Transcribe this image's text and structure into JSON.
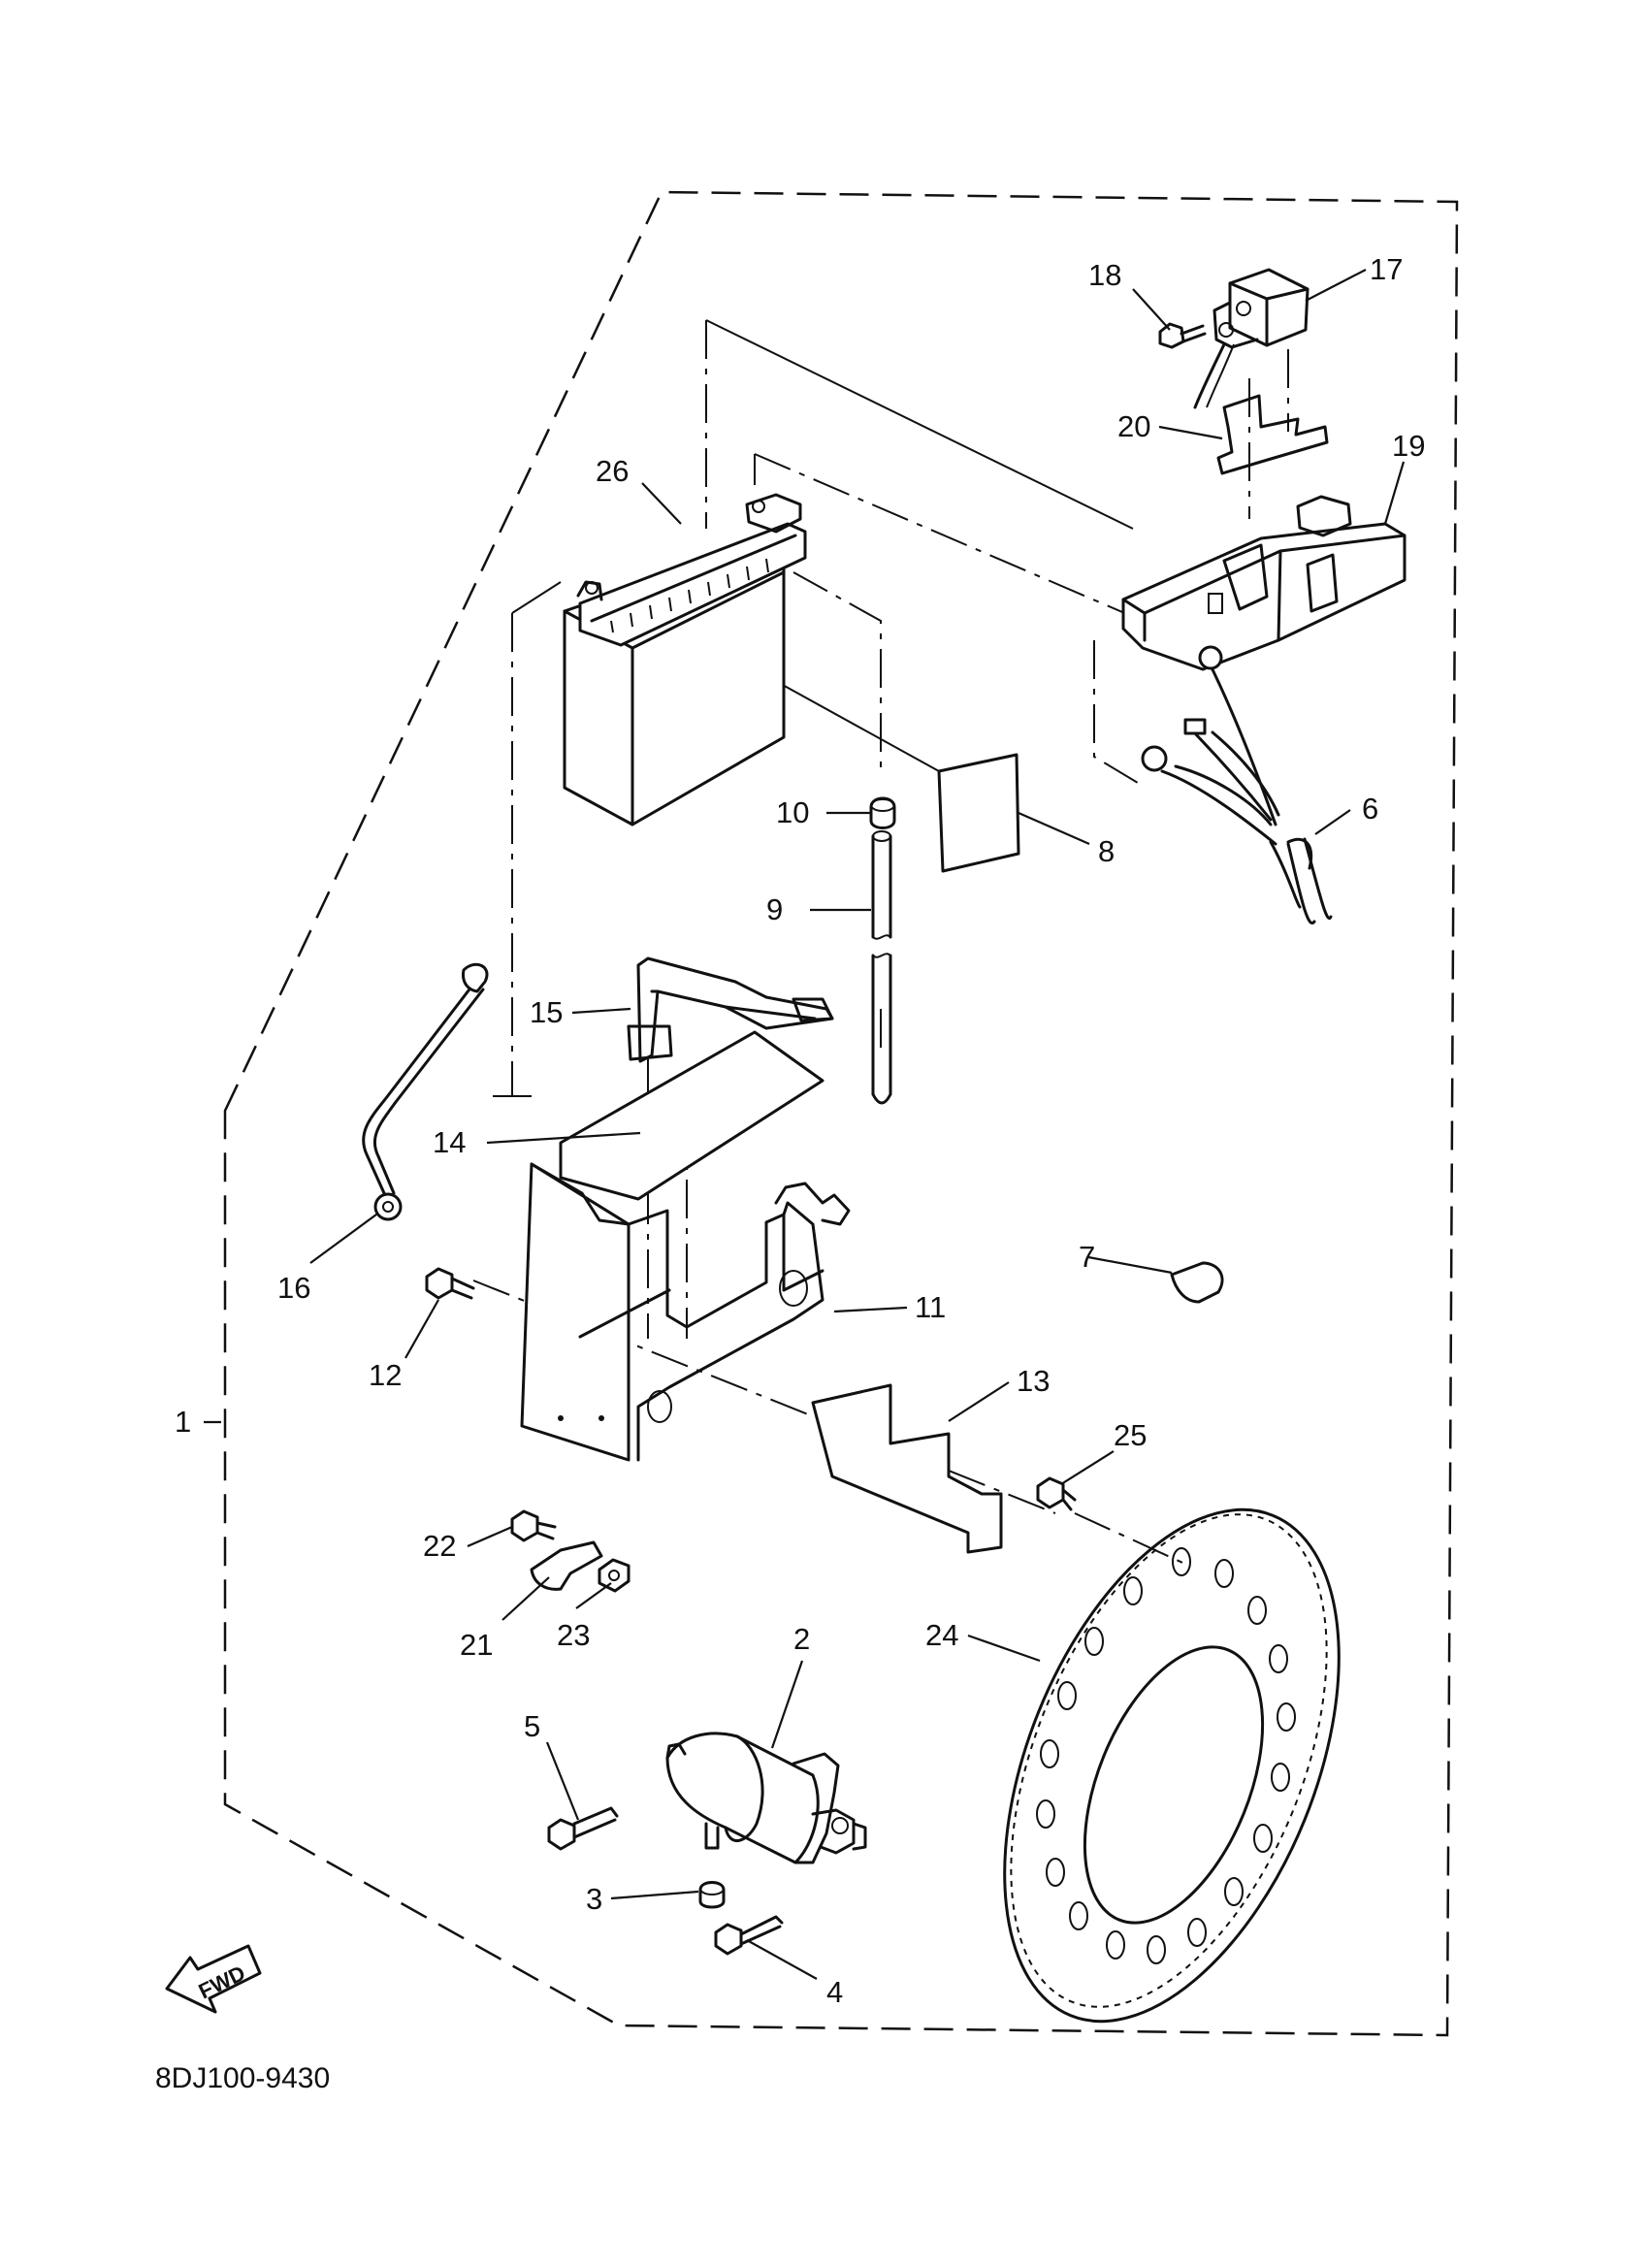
{
  "diagram": {
    "drawing_code": "8DJ100-9430",
    "fwd_label": "FWD",
    "callouts": [
      {
        "id": "1",
        "label": "1"
      },
      {
        "id": "2",
        "label": "2"
      },
      {
        "id": "3",
        "label": "3"
      },
      {
        "id": "4",
        "label": "4"
      },
      {
        "id": "5",
        "label": "5"
      },
      {
        "id": "6",
        "label": "6"
      },
      {
        "id": "7",
        "label": "7"
      },
      {
        "id": "8",
        "label": "8"
      },
      {
        "id": "9",
        "label": "9"
      },
      {
        "id": "10",
        "label": "10"
      },
      {
        "id": "11",
        "label": "11"
      },
      {
        "id": "12",
        "label": "12"
      },
      {
        "id": "13",
        "label": "13"
      },
      {
        "id": "14",
        "label": "14"
      },
      {
        "id": "15",
        "label": "15"
      },
      {
        "id": "16",
        "label": "16"
      },
      {
        "id": "17",
        "label": "17"
      },
      {
        "id": "18",
        "label": "18"
      },
      {
        "id": "19",
        "label": "19"
      },
      {
        "id": "20",
        "label": "20"
      },
      {
        "id": "21",
        "label": "21"
      },
      {
        "id": "22",
        "label": "22"
      },
      {
        "id": "23",
        "label": "23"
      },
      {
        "id": "24",
        "label": "24"
      },
      {
        "id": "25",
        "label": "25"
      },
      {
        "id": "26",
        "label": "26"
      }
    ]
  }
}
